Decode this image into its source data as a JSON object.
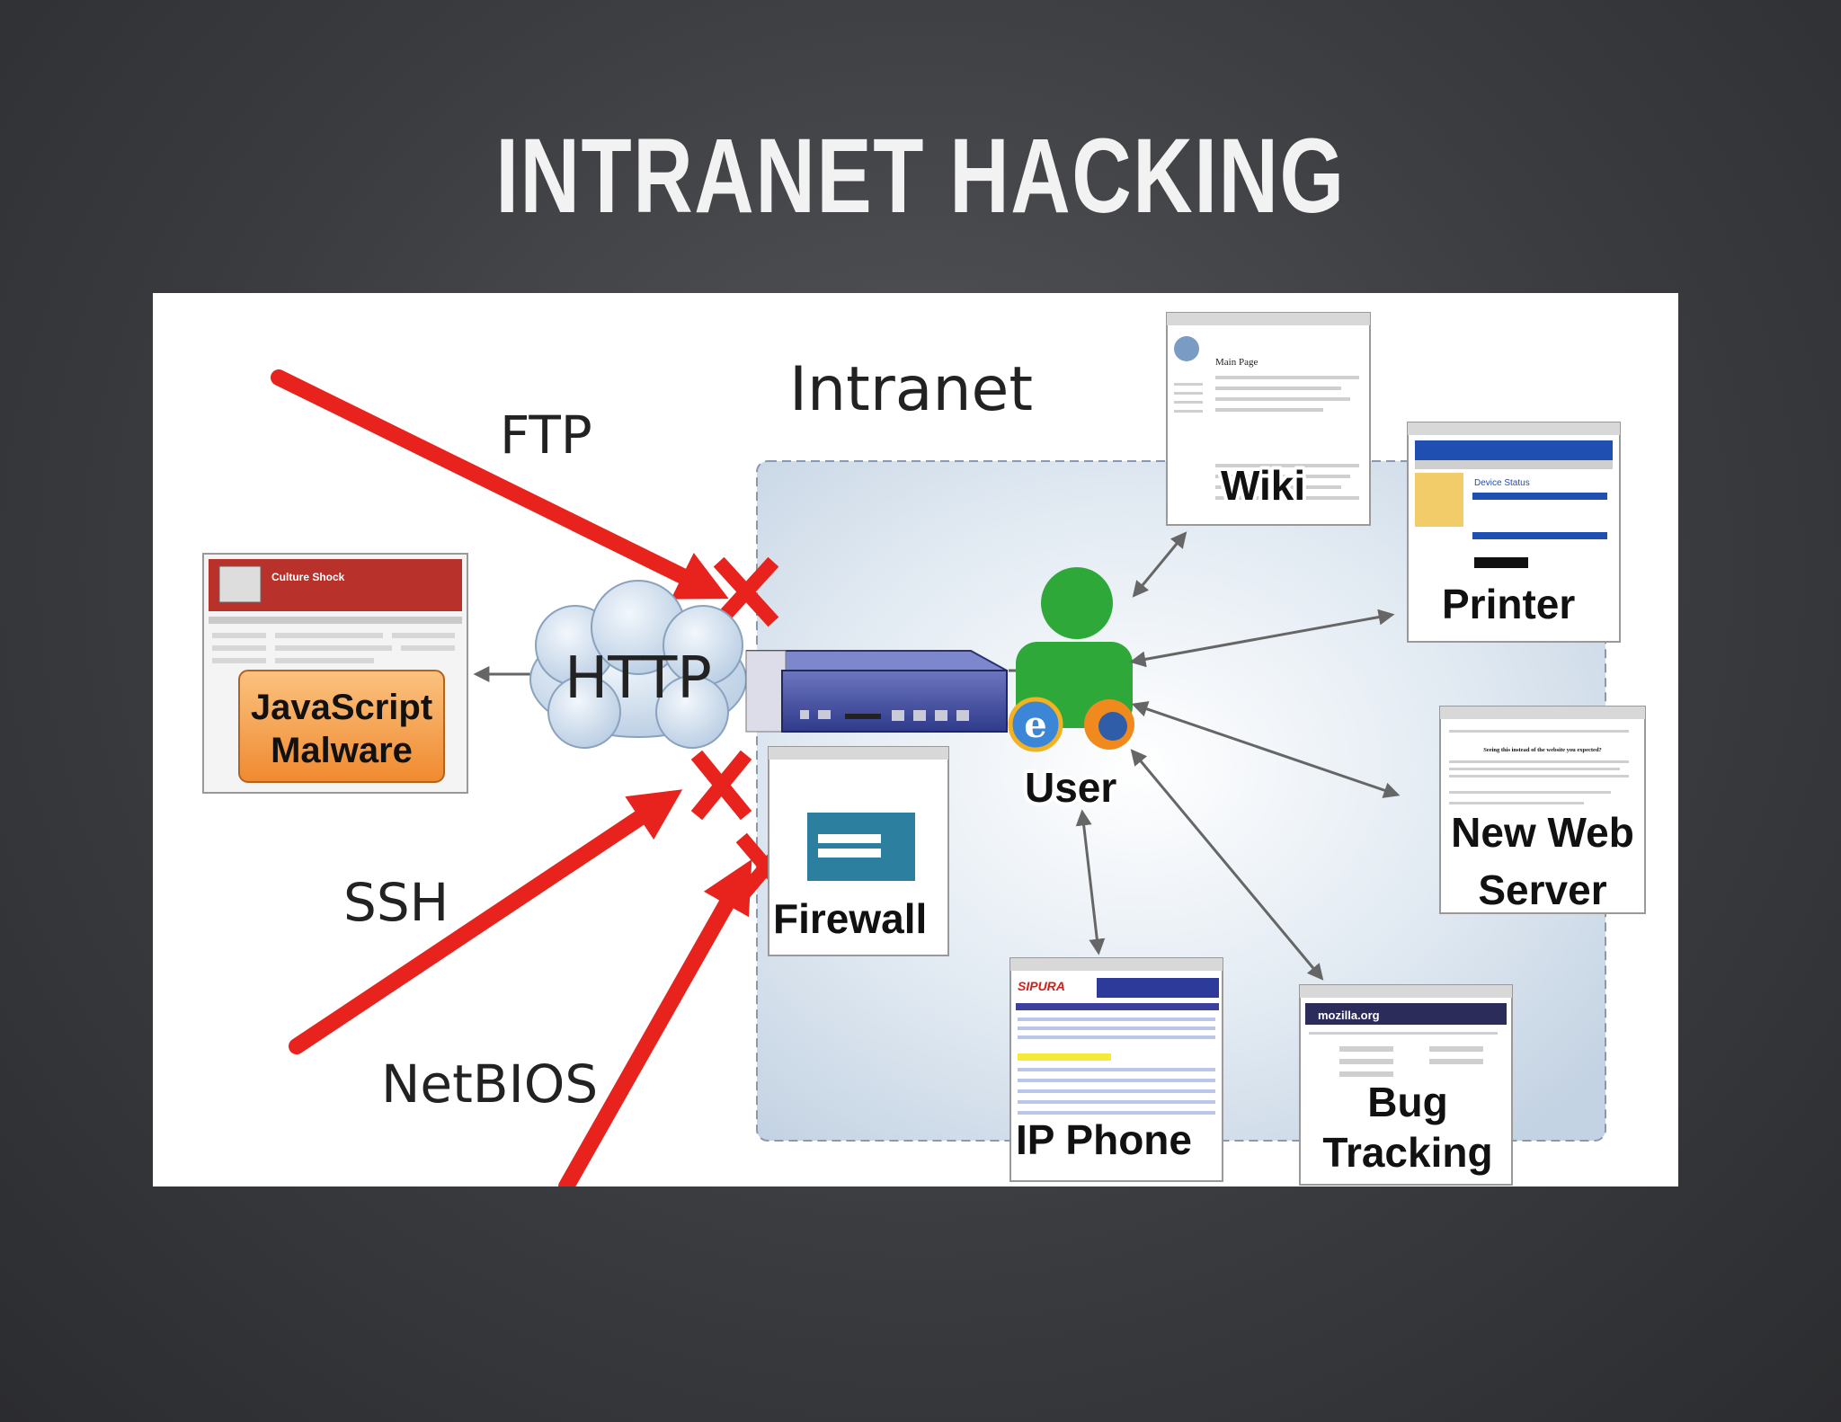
{
  "slide": {
    "title": "INTRANET HACKING"
  },
  "diagram": {
    "intranet_label": "Intranet",
    "protocols": [
      "FTP",
      "SSH",
      "NetBIOS"
    ],
    "cloud_label": "HTTP",
    "malware": {
      "site_title": "Culture Shock",
      "label_line1": "JavaScript",
      "label_line2": "Malware"
    },
    "user_label": "User",
    "firewall_label": "Firewall",
    "nodes": {
      "wiki": "Wiki",
      "printer": "Printer",
      "web_server_line1": "New Web",
      "web_server_line2": "Server",
      "ip_phone": "IP Phone",
      "bug_line1": "Bug",
      "bug_line2": "Tracking"
    },
    "thumb_text": {
      "wiki_heading": "Main Page",
      "printer_heading": "Device Status",
      "server_heading": "Seeing this instead of the website you expected?",
      "phone_brand": "SIPURA",
      "bug_brand": "mozilla.org"
    },
    "colors": {
      "attack_arrow": "#e8231e",
      "block_x": "#e8231e",
      "user_figure": "#2fa83a",
      "intranet_zone": "#cfdbe8",
      "malware_box": "#f59a45"
    }
  }
}
